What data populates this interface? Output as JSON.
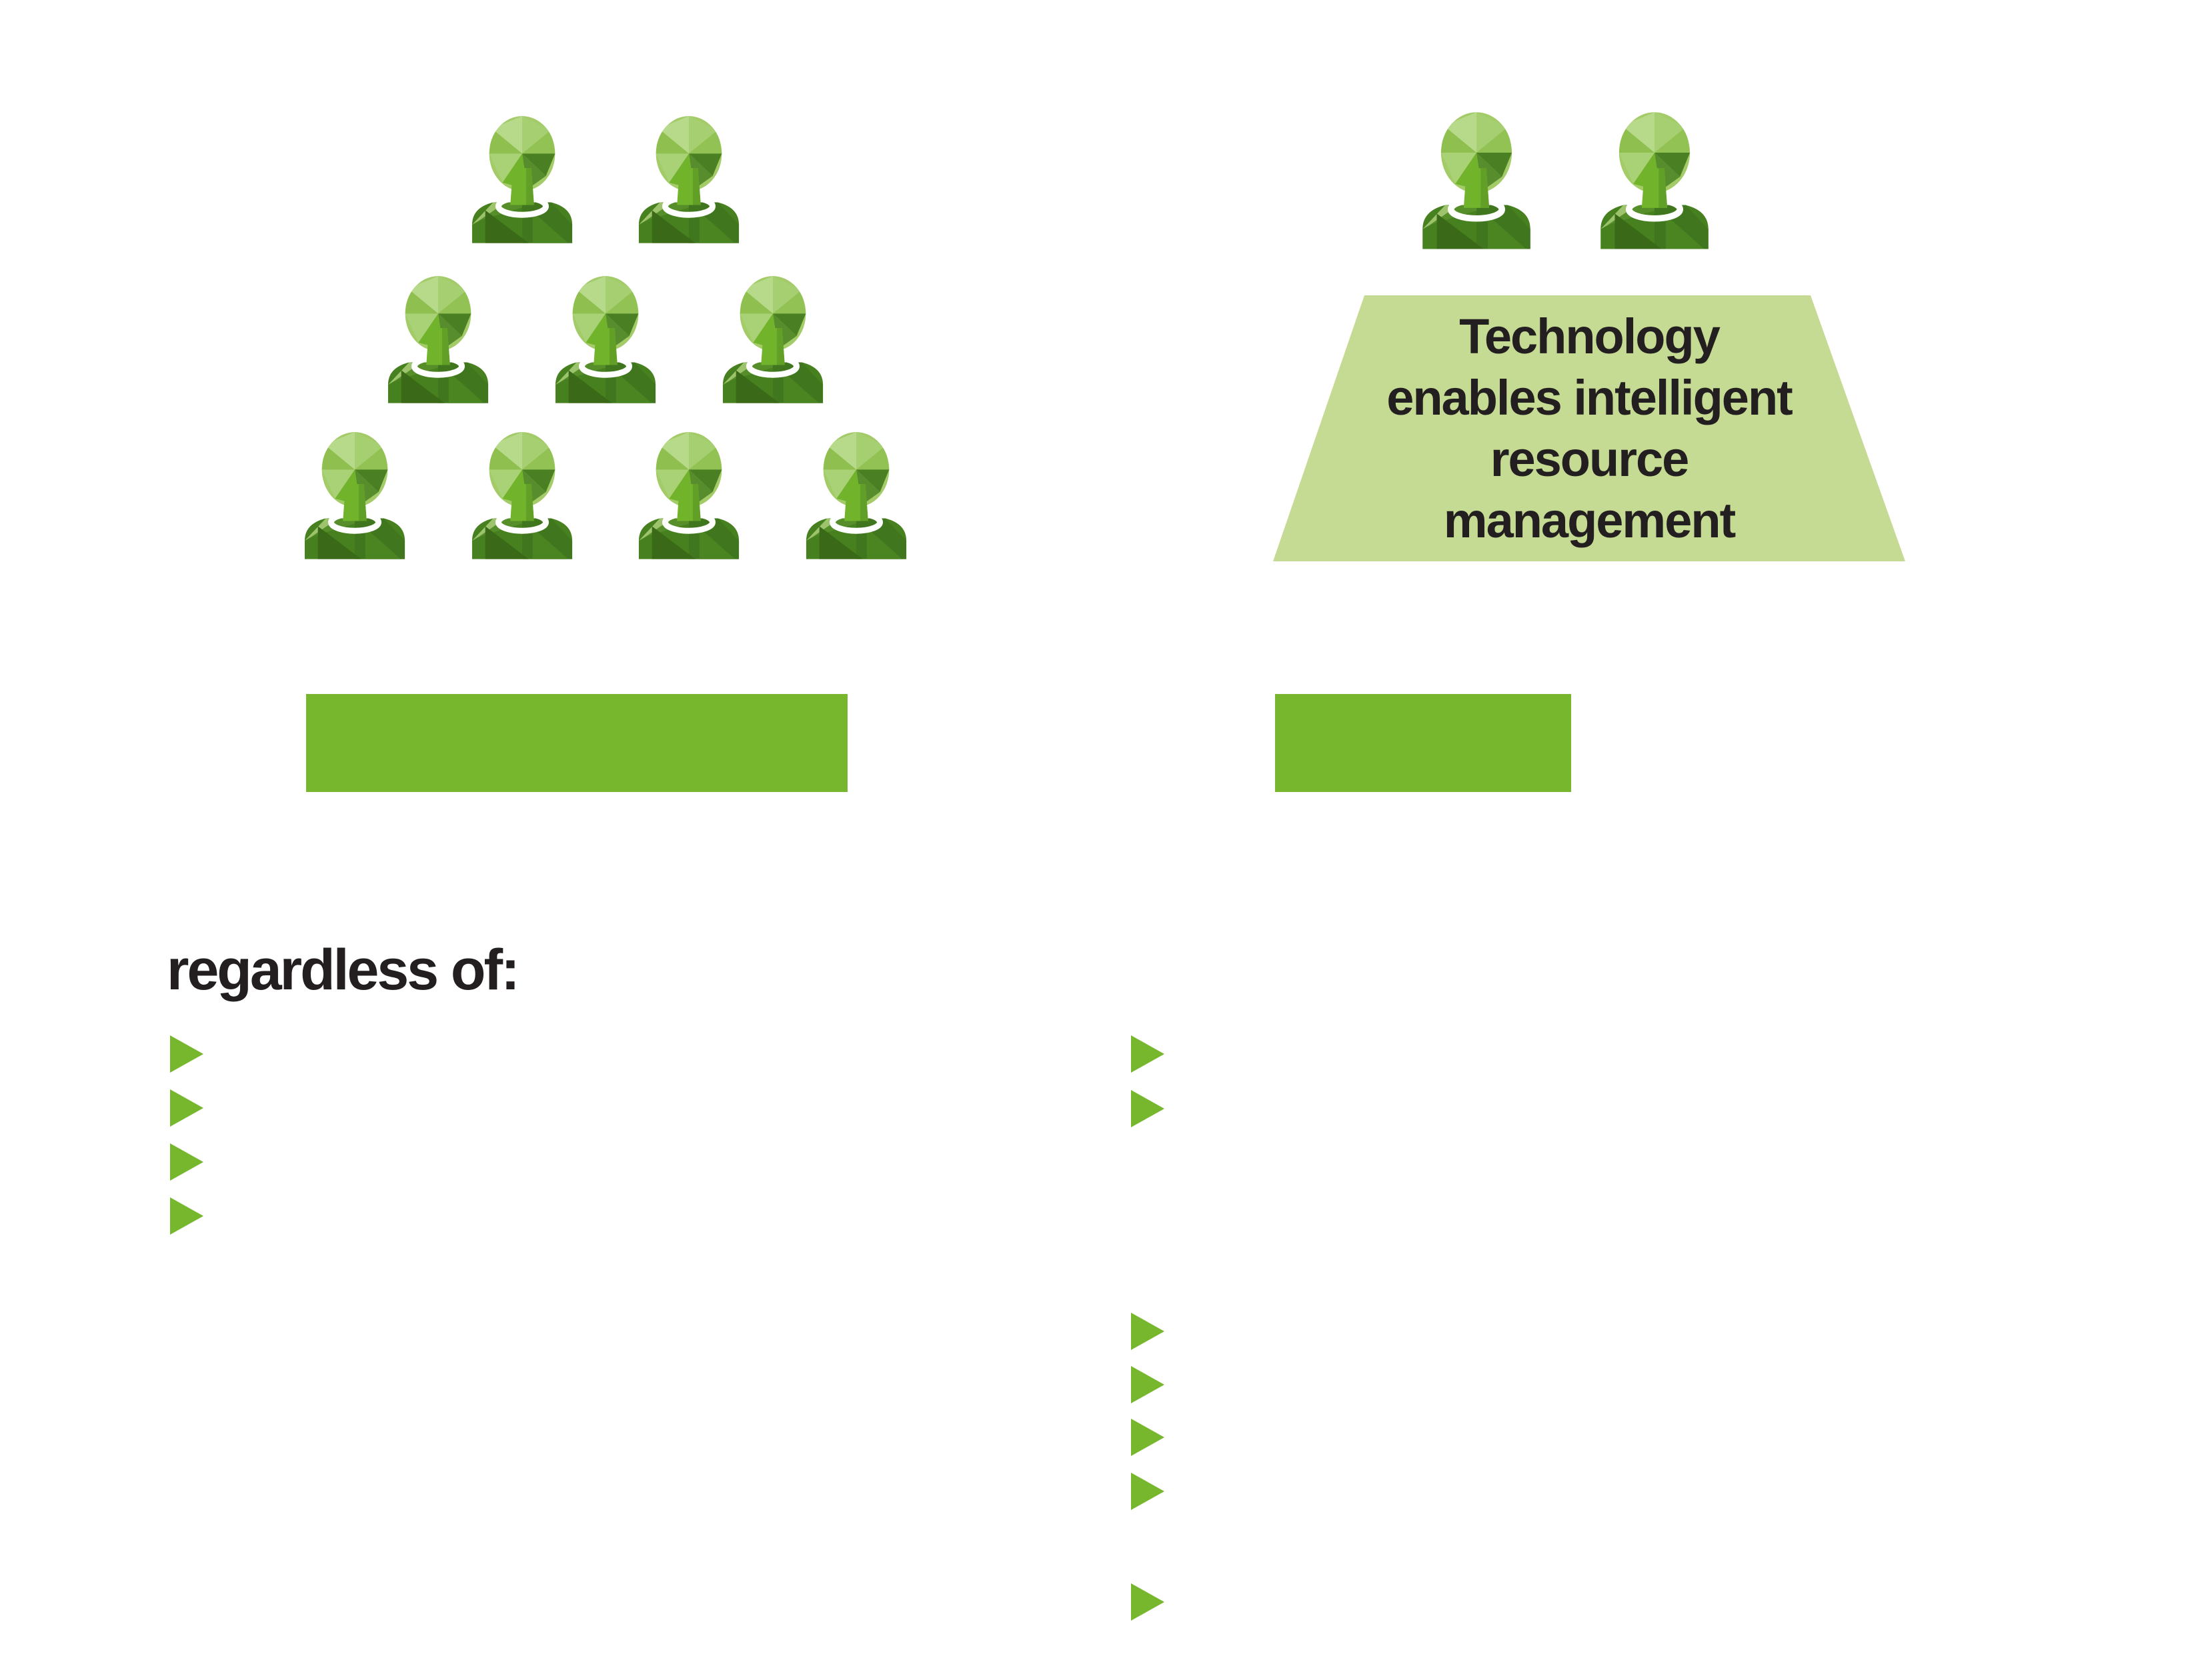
{
  "left_group": {
    "people_count": 9,
    "rows": [
      2,
      3,
      4
    ],
    "bar_color": "#76b72d"
  },
  "right_group": {
    "people_count": 2,
    "funnel": {
      "fill": "#c5da92",
      "lines": [
        "Technology",
        "enables intelligent",
        "resource",
        "management"
      ]
    },
    "bar_color": "#76b72d"
  },
  "labels": {
    "regardless_of": "regardless of:"
  },
  "bullets": {
    "color": "#76b72d",
    "left_count": 4,
    "right_top_count": 2,
    "right_mid_count": 4,
    "right_bottom_count": 1
  },
  "icons": {
    "person": "person-icon",
    "bullet": "triangle-bullet-icon"
  },
  "colors": {
    "background": "#ffffff",
    "accent_green": "#76b72d",
    "funnel_green": "#c5da92",
    "text_dark": "#231f20",
    "avatar_head_light": "#b7d98a",
    "avatar_head_mid": "#93c254",
    "avatar_head_dark": "#4a7f23",
    "avatar_body_dark": "#47801f",
    "avatar_collar": "#ffffff"
  }
}
